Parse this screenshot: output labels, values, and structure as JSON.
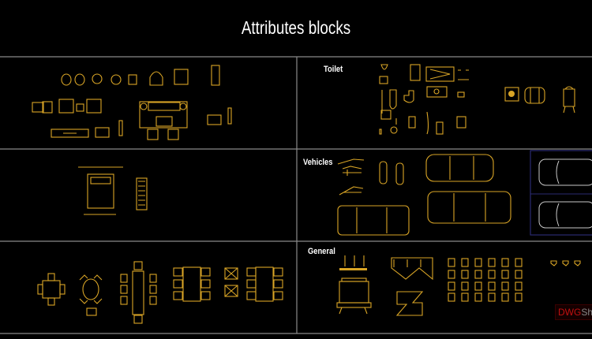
{
  "title": "Attributes blocks",
  "sections": {
    "toilet": "Toilet",
    "vehicles": "Vehicles",
    "general": "General"
  },
  "watermark": {
    "part1": "DWG",
    "part2": "Sh"
  },
  "colors": {
    "background": "#000000",
    "block": "#d9a526",
    "grid": "#8a8a8a",
    "highlight_box": "#2a2a70"
  }
}
